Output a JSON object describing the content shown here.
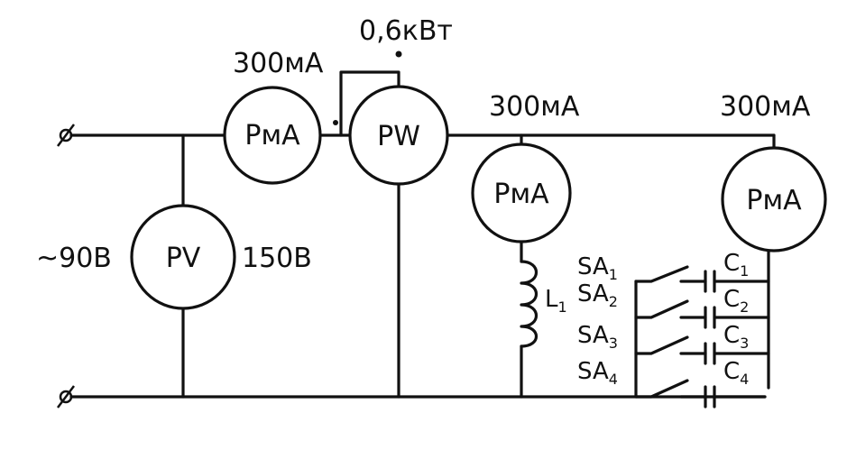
{
  "supply": {
    "voltage": "~90В"
  },
  "voltmeter": {
    "label": "PV",
    "range": "150В"
  },
  "ammeter_main": {
    "label": "PмА",
    "range": "300мА"
  },
  "wattmeter": {
    "label": "PW",
    "range": "0,6кВт"
  },
  "ammeter_coil": {
    "label": "PмА",
    "range": "300мА"
  },
  "ammeter_cap": {
    "label": "PмА",
    "range": "300мА"
  },
  "coil": {
    "label": "L",
    "sub": "1"
  },
  "switches": [
    {
      "label": "SA",
      "sub": "1"
    },
    {
      "label": "SA",
      "sub": "2"
    },
    {
      "label": "SA",
      "sub": "3"
    },
    {
      "label": "SA",
      "sub": "4"
    }
  ],
  "capacitors": [
    {
      "label": "C",
      "sub": "1"
    },
    {
      "label": "C",
      "sub": "2"
    },
    {
      "label": "C",
      "sub": "3"
    },
    {
      "label": "C",
      "sub": "4"
    }
  ]
}
